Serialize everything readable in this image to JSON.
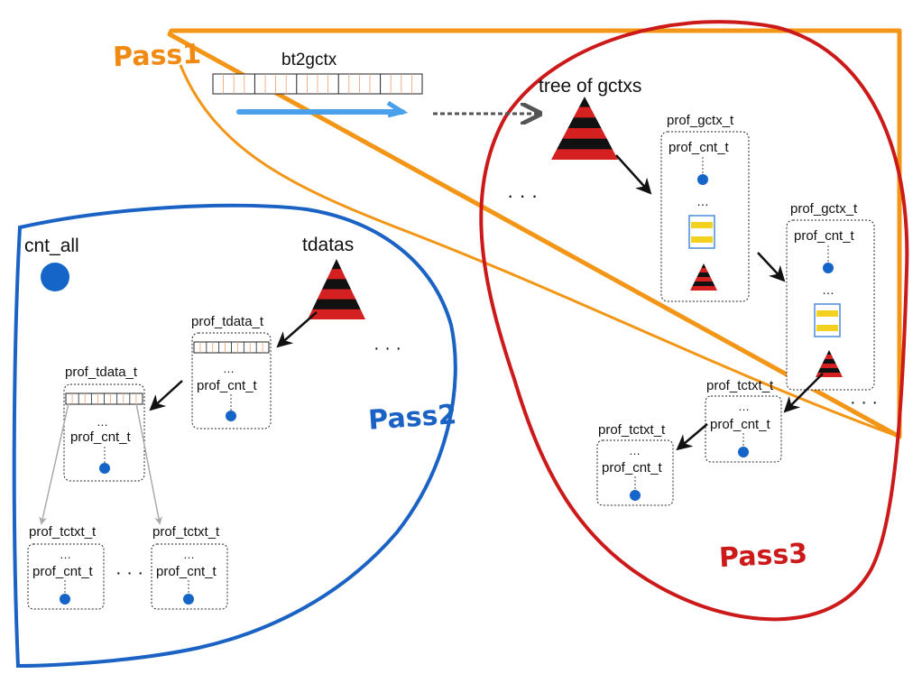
{
  "pass1": {
    "label": "Pass1",
    "color": "#f08a12"
  },
  "pass2": {
    "label": "Pass2",
    "color": "#1a62c4"
  },
  "pass3": {
    "label": "Pass3",
    "color": "#cc1a1a"
  },
  "bt2gctx": {
    "label": "bt2gctx"
  },
  "tree_gctx": {
    "label": "tree of gctxs"
  },
  "cnt_all": {
    "label": "cnt_all"
  },
  "tdatas": {
    "label": "tdatas"
  },
  "ellipsis": "…",
  "ellipsis_wide": "· · ·",
  "structs": {
    "gctx": "prof_gctx_t",
    "tdata": "prof_tdata_t",
    "tctx": "prof_tctxt_t",
    "cnt": "prof_cnt_t"
  },
  "colors": {
    "counter_dot": "#1565c8",
    "triangle_red": "#d42020",
    "triangle_black": "#111111",
    "yellow": "#f2d21e",
    "arrow_blue": "#4aa0ea"
  }
}
